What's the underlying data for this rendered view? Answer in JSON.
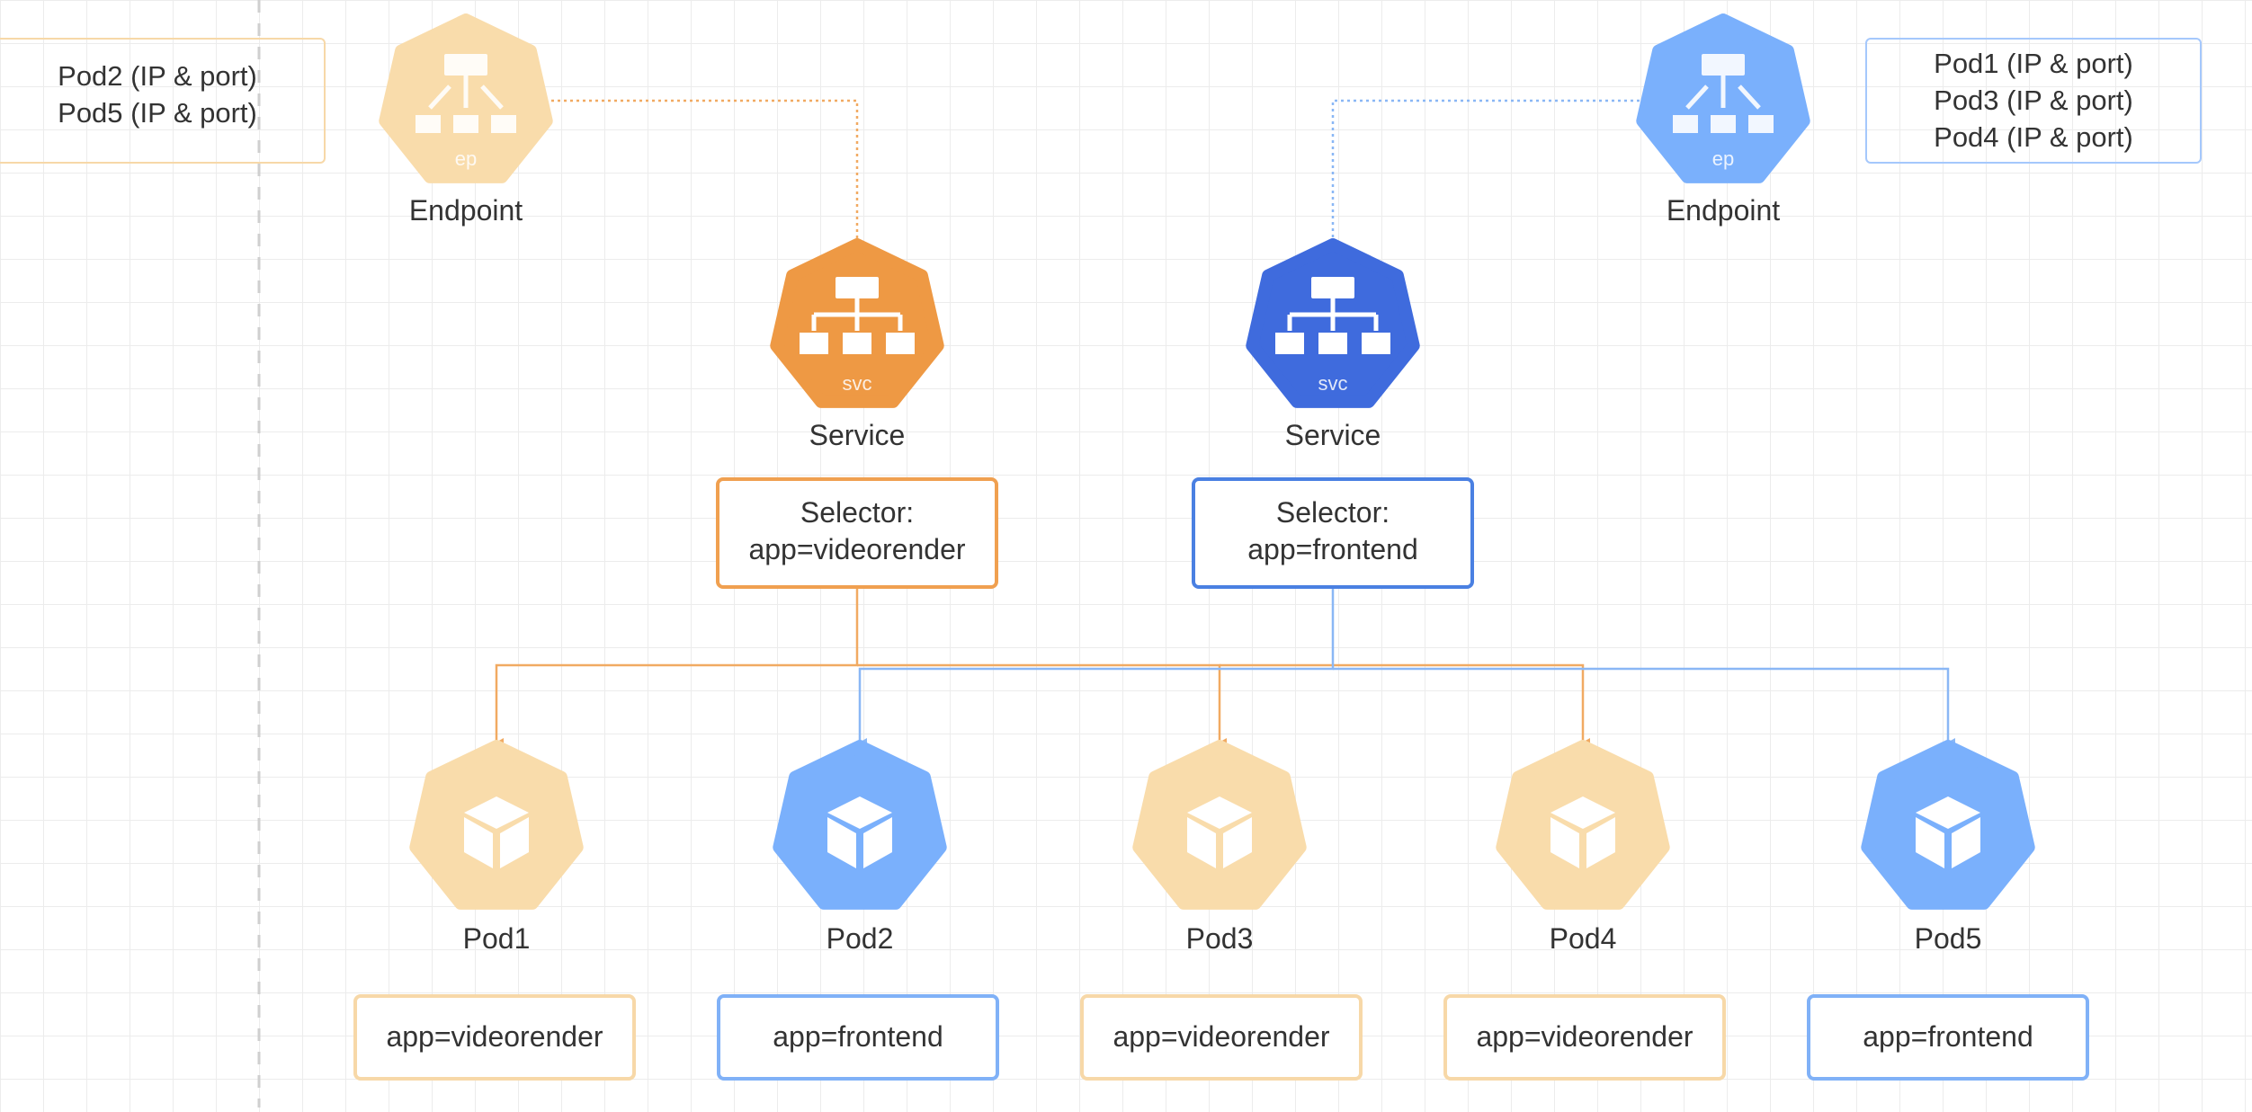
{
  "colors": {
    "orange_strong": "#ee9944",
    "orange_light": "#f9dcab",
    "orange_border": "#f7d8a8",
    "blue_strong": "#3f6bdd",
    "blue_light": "#7ab0fc",
    "blue_border": "#a5c8fc",
    "box_orange_border": "#f0a050",
    "box_blue_border": "#4a80e2",
    "text": "#333333",
    "connector_orange": "#f1aa62",
    "connector_blue": "#8ab7f5"
  },
  "endpoints": [
    {
      "id": "ep-left",
      "label": "Endpoint",
      "glyph": "ep",
      "icon": "endpoint-icon",
      "color": "orange_light",
      "addresses": [
        "Pod2 (IP & port)",
        "Pod5 (IP & port)"
      ]
    },
    {
      "id": "ep-right",
      "label": "Endpoint",
      "glyph": "ep",
      "icon": "endpoint-icon",
      "color": "blue_light",
      "addresses": [
        "Pod1 (IP & port)",
        "Pod3 (IP & port)",
        "Pod4 (IP & port)"
      ]
    }
  ],
  "services": [
    {
      "id": "svc-left",
      "label": "Service",
      "glyph": "svc",
      "icon": "service-icon",
      "color": "orange_strong",
      "selector_title": "Selector:",
      "selector_value": "app=videorender"
    },
    {
      "id": "svc-right",
      "label": "Service",
      "glyph": "svc",
      "icon": "service-icon",
      "color": "blue_strong",
      "selector_title": "Selector:",
      "selector_value": "app=frontend"
    }
  ],
  "pods": [
    {
      "label": "Pod1",
      "app_label": "app=videorender",
      "icon": "pod-icon",
      "color": "orange_light"
    },
    {
      "label": "Pod2",
      "app_label": "app=frontend",
      "icon": "pod-icon",
      "color": "blue_light"
    },
    {
      "label": "Pod3",
      "app_label": "app=videorender",
      "icon": "pod-icon",
      "color": "orange_light"
    },
    {
      "label": "Pod4",
      "app_label": "app=videorender",
      "icon": "pod-icon",
      "color": "orange_light"
    },
    {
      "label": "Pod5",
      "app_label": "app=frontend",
      "icon": "pod-icon",
      "color": "blue_light"
    }
  ]
}
